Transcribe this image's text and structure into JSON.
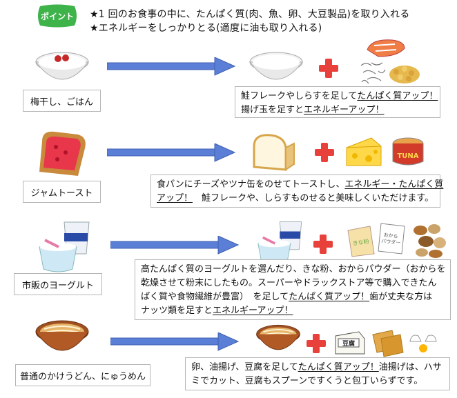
{
  "badge": "ポイント",
  "header": {
    "line1": "★1 回のお食事の中に、たんぱく質(肉、魚、卵、大豆製品)を取り入れる",
    "line2": "★エネルギーをしっかりとる(適度に油も取り入れる)"
  },
  "items": [
    {
      "name": "梅干し、ごはん",
      "lines": [
        [
          {
            "t": "鮭フレークやしらすを足して"
          },
          {
            "t": "たんぱく質アップ！",
            "u": true
          }
        ],
        [
          {
            "t": "揚げ玉を足すと"
          },
          {
            "t": "エネルギーアップ！",
            "u": true
          }
        ]
      ]
    },
    {
      "name": "ジャムトースト",
      "lines": [
        [
          {
            "t": "食パンにチーズやツナ缶をのせてトーストし、"
          },
          {
            "t": "エネルギー・たんぱく質",
            "u": true
          }
        ],
        [
          {
            "t": "アップ！",
            "u": true
          },
          {
            "t": "　鮭フレークや、しらすものせると美味しくいただけます。"
          }
        ]
      ]
    },
    {
      "name": "市販のヨーグルト",
      "lines": [
        [
          {
            "t": "高たんぱく質のヨーグルトを選んだり、きな粉、おからパウダー（おからを"
          }
        ],
        [
          {
            "t": "乾燥させて粉末にしたもの。スーパーやドラックストア等で購入できたん"
          }
        ],
        [
          {
            "t": "ぱく質や食物繊維が豊富）　を足して"
          },
          {
            "t": "たんぱく質アップ！",
            "u": true
          },
          {
            "t": "歯が丈夫な方は"
          }
        ],
        [
          {
            "t": "ナッツ類を足すと"
          },
          {
            "t": "エネルギーアップ！",
            "u": true
          }
        ]
      ]
    },
    {
      "name": "普通のかけうどん、にゅうめん",
      "lines": [
        [
          {
            "t": "卵、油揚げ、豆腐を足して"
          },
          {
            "t": "たんぱく質アップ！",
            "u": true
          },
          {
            "t": "油揚げは、ハサ"
          }
        ],
        [
          {
            "t": "ミでカット、豆腐もスプーンですくうと包丁いらずです。"
          }
        ]
      ]
    }
  ],
  "labels": {
    "tuna": "TUNA",
    "kinako": "きな粉",
    "okara": "おから\nパウダー",
    "tofu": "豆腐"
  },
  "colors": {
    "arrow": "#5b7fd6",
    "plus": "#e8403a",
    "badge": "#3db34a",
    "box_border": "#b5b5b5"
  }
}
